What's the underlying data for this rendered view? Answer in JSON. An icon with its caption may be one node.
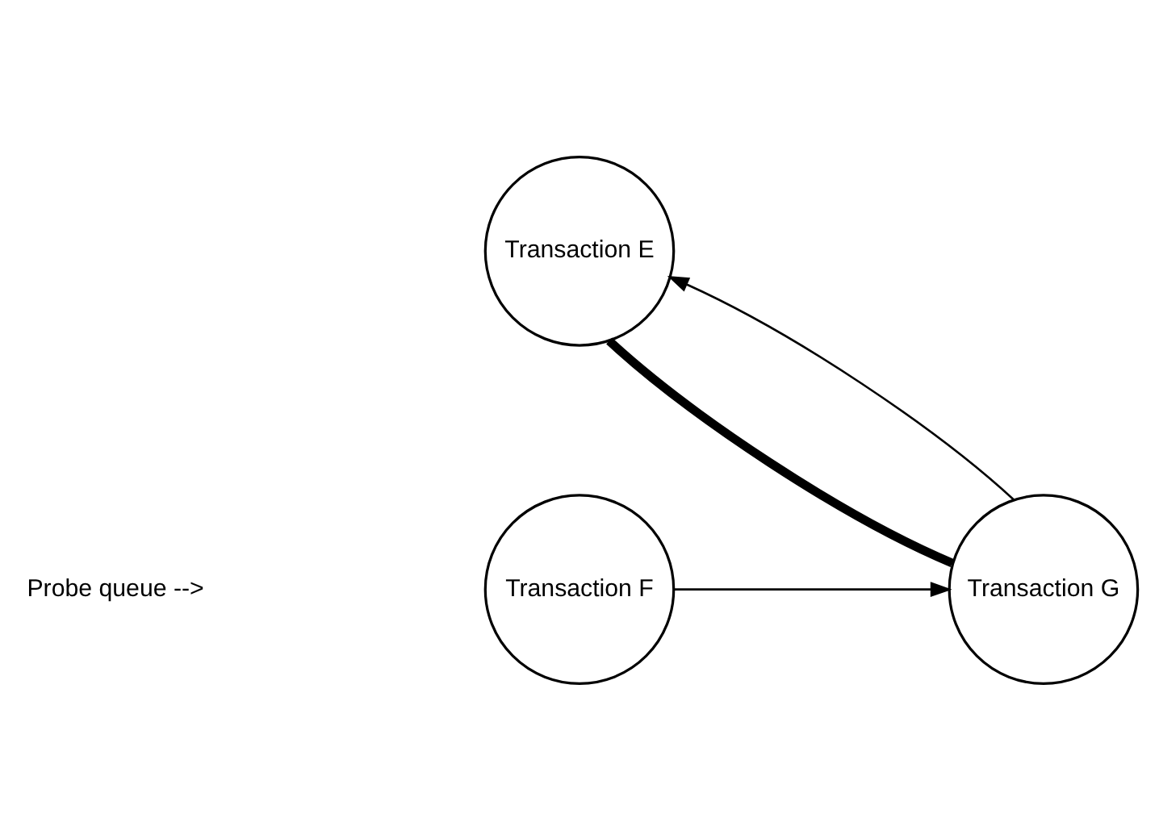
{
  "diagram": {
    "nodes": [
      {
        "text": [
          "Transaction E"
        ]
      },
      {
        "text": [
          "Transaction F"
        ]
      },
      {
        "text": [
          "Transaction G"
        ]
      }
    ],
    "edges": [
      {
        "from": 0,
        "to": 2,
        "arrow": "none",
        "style": "thick"
      },
      {
        "from": 2,
        "to": 0,
        "arrow": "to"
      },
      {
        "from": 1,
        "to": 2,
        "arrow": "to"
      }
    ],
    "labels": [
      "Probe queue -->"
    ]
  }
}
